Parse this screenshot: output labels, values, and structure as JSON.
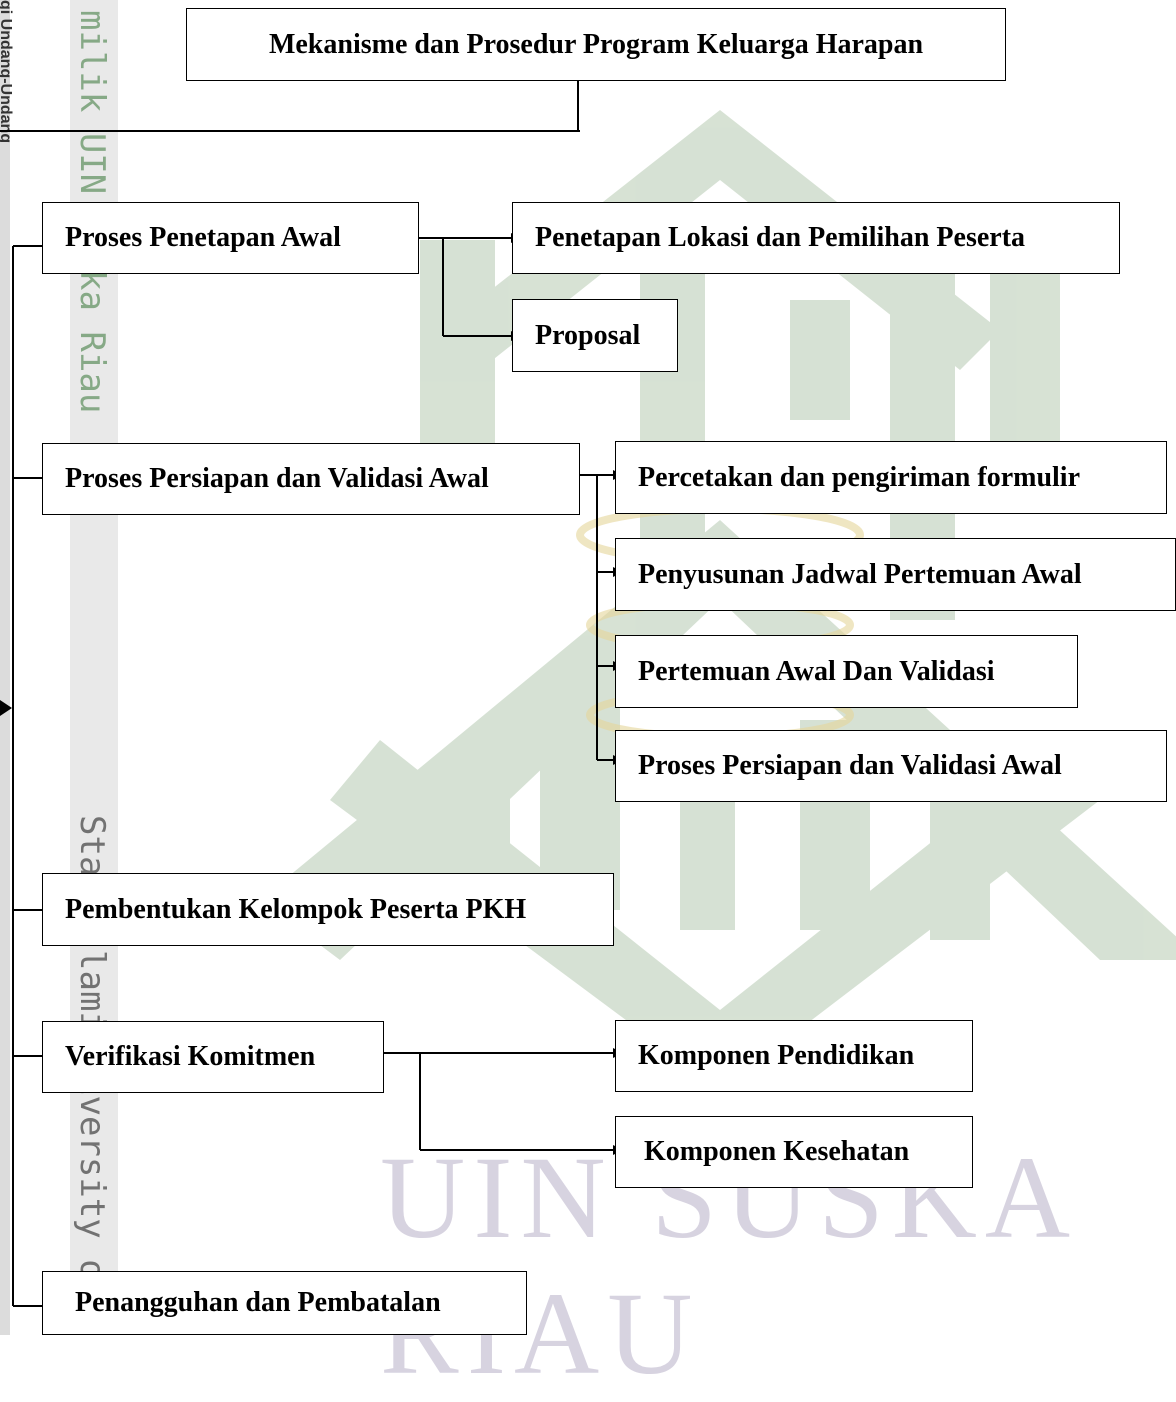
{
  "diagram": {
    "title": "Mekanisme dan Prosedur Program Keluarga Harapan",
    "stages": [
      {
        "label": "Proses Penetapan Awal"
      },
      {
        "label": "Proses Persiapan dan Validasi Awal"
      },
      {
        "label": "Pembentukan Kelompok Peserta PKH"
      },
      {
        "label": "Verifikasi Komitmen"
      },
      {
        "label": "Penangguhan dan  Pembatalan"
      }
    ],
    "substeps": {
      "penetapan": [
        "Penetapan Lokasi dan Pemilihan Peserta",
        "Proposal"
      ],
      "persiapan": [
        "Percetakan dan pengiriman formulir",
        "Penyusunan Jadwal Pertemuan Awal",
        "Pertemuan Awal Dan Validasi",
        "Proses Persiapan dan Validasi Awal"
      ],
      "verifikasi": [
        "Komponen Pendidikan",
        "Komponen Kesehatan"
      ]
    }
  },
  "watermark": {
    "bottom_text": "UIN SUSKA RIAU",
    "side_top": "milik UIN S",
    "side_middle": "ka Riau",
    "side_bottom_1": "Sta",
    "side_bottom_2": "lami",
    "side_bottom_3": "iversity of",
    "edge_text": "gi Undang-Undang",
    "colors": {
      "green": "#a7c3a4",
      "lavender": "#b8b0c8",
      "gold": "#e6d69a"
    }
  }
}
